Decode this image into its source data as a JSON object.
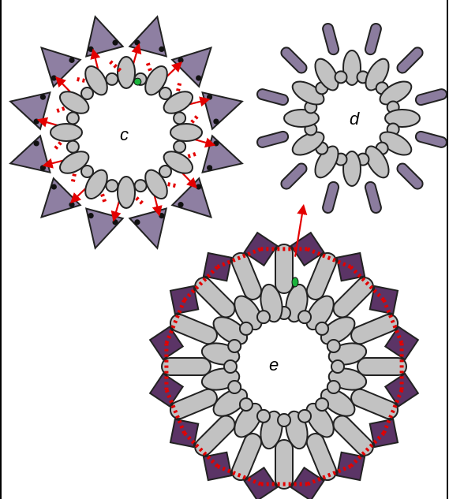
{
  "panels": [
    {
      "label": "c",
      "ring_pairs": 12,
      "outer_beads": "triangle"
    },
    {
      "label": "d",
      "ring_pairs": 12,
      "outer_beads": "bugle"
    },
    {
      "label": "e",
      "ring_pairs": 16,
      "outer_beads": "bugle-and-cube"
    }
  ],
  "colors": {
    "seed_bead": "#c2c2c2",
    "triangle_bead": "#8e7fa2",
    "bugle_bead": "#8b7c9e",
    "cube_bead": "#5b3466",
    "thread_path": "#e30000",
    "start_bead": "#1bb33c",
    "hole": "#111111"
  }
}
